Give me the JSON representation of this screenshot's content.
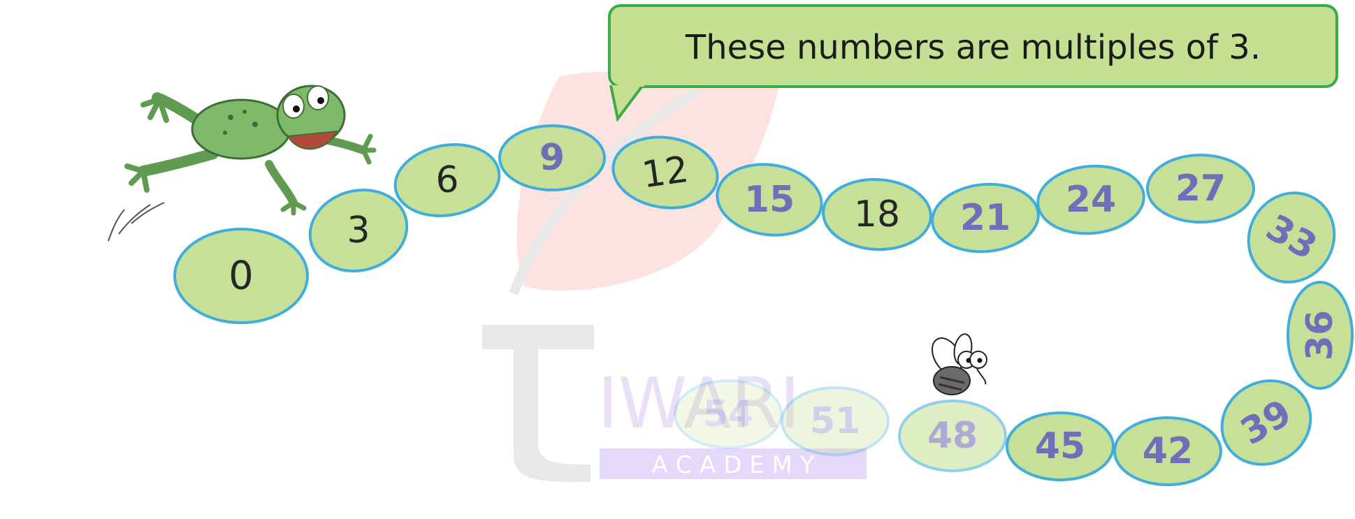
{
  "callout": {
    "text": "These numbers are multiples of 3."
  },
  "sequence": {
    "pads": [
      {
        "label": "0",
        "style": "black"
      },
      {
        "label": "3",
        "style": "black"
      },
      {
        "label": "6",
        "style": "black"
      },
      {
        "label": "9",
        "style": "purple"
      },
      {
        "label": "12",
        "style": "black"
      },
      {
        "label": "15",
        "style": "purple"
      },
      {
        "label": "18",
        "style": "black"
      },
      {
        "label": "21",
        "style": "purple"
      },
      {
        "label": "24",
        "style": "purple"
      },
      {
        "label": "27",
        "style": "purple"
      },
      {
        "label": "33",
        "style": "purple"
      },
      {
        "label": "36",
        "style": "purple"
      },
      {
        "label": "39",
        "style": "purple"
      },
      {
        "label": "42",
        "style": "purple"
      },
      {
        "label": "45",
        "style": "purple"
      },
      {
        "label": "48",
        "style": "purple"
      },
      {
        "label": "51",
        "style": "purple"
      },
      {
        "label": "54",
        "style": "purple"
      }
    ]
  },
  "watermark": {
    "brand": "IWARI",
    "sub": "A C A D E M Y"
  },
  "colors": {
    "pad_fill": "#c5df93",
    "pad_stroke": "#36a9dc",
    "number_black": "#1b1b1b",
    "number_purple": "#6b66b5",
    "callout_fill": "#c5df93",
    "callout_border": "#3aab4a",
    "frog": "#7fba6b"
  },
  "icons": {
    "frog": "frog-icon",
    "fly": "fly-icon"
  }
}
